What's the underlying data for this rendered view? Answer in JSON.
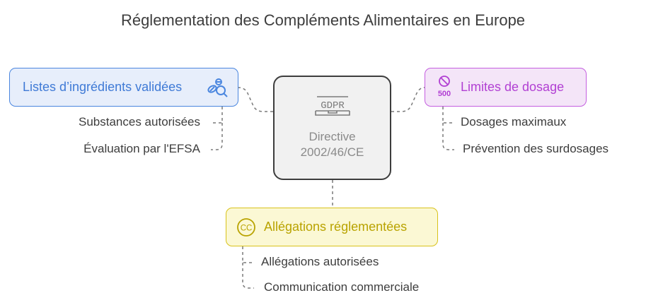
{
  "title": "Réglementation des Compléments Alimentaires en Europe",
  "center": {
    "icon": "gdpr-icon",
    "icon_text": "GDPR",
    "label_line1": "Directive",
    "label_line2": "2002/46/CE"
  },
  "branches": {
    "ingredients": {
      "label": "Listes d’ingrédients validées",
      "icon": "pills-search-icon",
      "items": [
        "Substances autorisées",
        "Évaluation par l'EFSA"
      ]
    },
    "dosage": {
      "label": "Limites de dosage",
      "icon": "no-500-icon",
      "icon_text": "500",
      "items": [
        "Dosages maximaux",
        "Prévention des surdosages"
      ]
    },
    "claims": {
      "label": "Allégations réglementées",
      "icon": "cc-icon",
      "icon_text": "CC",
      "items": [
        "Allégations autorisées",
        "Communication commerciale"
      ]
    }
  },
  "colors": {
    "blue": "#4a86df",
    "purple": "#c45fe0",
    "yellow": "#d8c21a",
    "center": "#3d3d3d",
    "connector": "#7a7a7a"
  }
}
